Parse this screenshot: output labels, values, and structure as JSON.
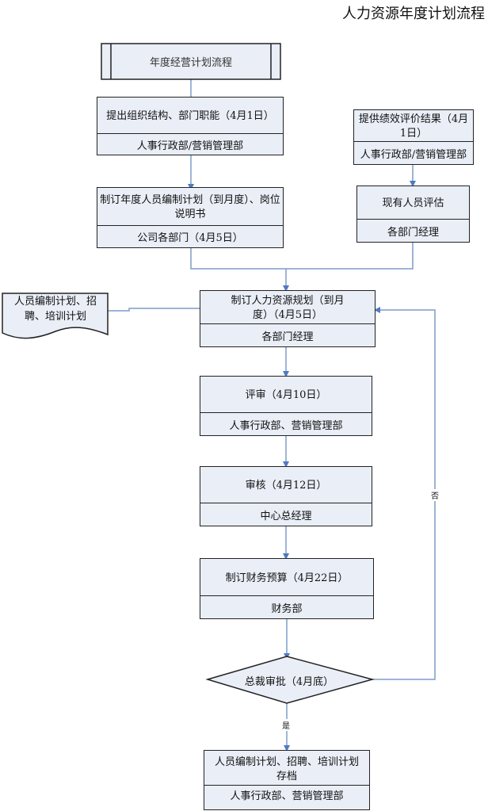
{
  "title": "人力资源年度计划流程",
  "colors": {
    "box_fill": "#e9eef7",
    "connector": "#4f7ac0",
    "border": "#222222"
  },
  "start": {
    "label": "年度经营计划流程"
  },
  "steps": [
    {
      "id": "s1",
      "task": "提出组织结构、部门职能（4月1日）",
      "owner": "人事行政部/营销管理部"
    },
    {
      "id": "s2",
      "task": "制订年度人员编制计划（到月度）、岗位说明书",
      "owner": "公司各部门（4月5日）"
    },
    {
      "id": "s3",
      "task": "提供绩效评价结果（4月1日）",
      "owner": "人事行政部/营销管理部"
    },
    {
      "id": "s4",
      "task": "现有人员评估",
      "owner": "各部门经理"
    },
    {
      "id": "s5",
      "task": "制订人力资源规划（到月度）（4月5日）",
      "owner": "各部门经理"
    },
    {
      "id": "s6",
      "task": "评审（4月10日）",
      "owner": "人事行政部、营销管理部"
    },
    {
      "id": "s7",
      "task": "审核（4月12日）",
      "owner": "中心总经理"
    },
    {
      "id": "s8",
      "task": "制订财务预算（4月22日）",
      "owner": "财务部"
    },
    {
      "id": "s10",
      "task": "人员编制计划、招聘、培训计划存档",
      "owner": "人事行政部、营销管理部"
    }
  ],
  "document": {
    "label": "人员编制计划、招聘、培训计划"
  },
  "decision": {
    "label": "总裁审批（4月底）",
    "yes_label": "是",
    "no_label": "否"
  }
}
